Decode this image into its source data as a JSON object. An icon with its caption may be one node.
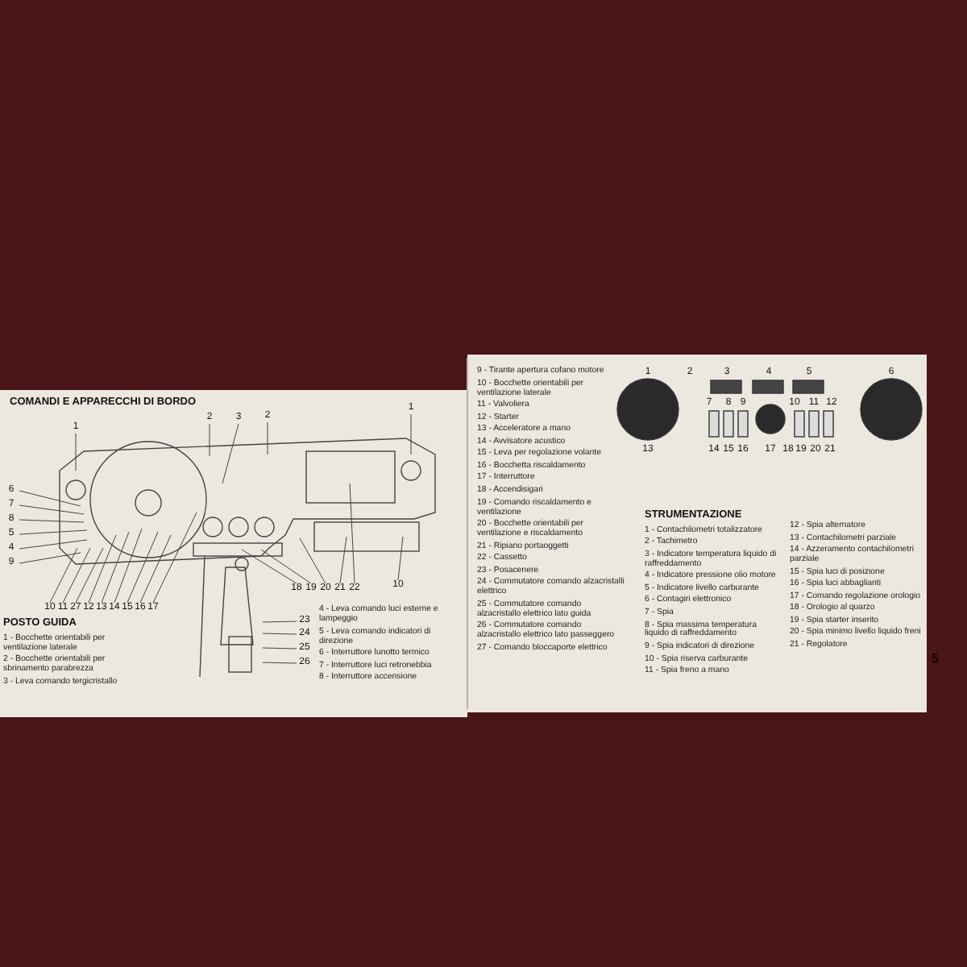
{
  "diagram": {
    "title": "COMANDI E APPARECCHI DI BORDO",
    "nodes": [
      {
        "text": [
          "1"
        ]
      },
      {
        "text": [
          "2"
        ]
      },
      {
        "text": [
          "3"
        ]
      },
      {
        "text": [
          "2"
        ]
      },
      {
        "text": [
          "1"
        ]
      },
      {
        "text": [
          "6"
        ]
      },
      {
        "text": [
          "7"
        ]
      },
      {
        "text": [
          "8"
        ]
      },
      {
        "text": [
          "5"
        ]
      },
      {
        "text": [
          "4"
        ]
      },
      {
        "text": [
          "9"
        ]
      },
      {
        "text": [
          "10"
        ]
      },
      {
        "text": [
          "11"
        ]
      },
      {
        "text": [
          "27"
        ]
      },
      {
        "text": [
          "12"
        ]
      },
      {
        "text": [
          "13"
        ]
      },
      {
        "text": [
          "14"
        ]
      },
      {
        "text": [
          "15"
        ]
      },
      {
        "text": [
          "16"
        ]
      },
      {
        "text": [
          "17"
        ]
      },
      {
        "text": [
          "18"
        ]
      },
      {
        "text": [
          "19"
        ]
      },
      {
        "text": [
          "20"
        ]
      },
      {
        "text": [
          "21"
        ]
      },
      {
        "text": [
          "22"
        ]
      },
      {
        "text": [
          "10"
        ]
      },
      {
        "text": [
          "23"
        ]
      },
      {
        "text": [
          "24"
        ]
      },
      {
        "text": [
          "25"
        ]
      },
      {
        "text": [
          "26"
        ]
      }
    ],
    "edges": [
      {
        "from": 0,
        "to": null,
        "arrow": "none"
      },
      {
        "from": 1,
        "to": null,
        "arrow": "none"
      },
      {
        "from": 2,
        "to": null,
        "arrow": "none"
      },
      {
        "from": 3,
        "to": null,
        "arrow": "none"
      },
      {
        "from": 4,
        "to": null,
        "arrow": "none"
      },
      {
        "from": 5,
        "to": null,
        "arrow": "none"
      },
      {
        "from": 6,
        "to": null,
        "arrow": "none"
      },
      {
        "from": 7,
        "to": null,
        "arrow": "none"
      },
      {
        "from": 8,
        "to": null,
        "arrow": "none"
      },
      {
        "from": 9,
        "to": null,
        "arrow": "none"
      },
      {
        "from": 10,
        "to": null,
        "arrow": "none"
      },
      {
        "from": 11,
        "to": null,
        "arrow": "none"
      },
      {
        "from": 12,
        "to": null,
        "arrow": "none"
      },
      {
        "from": 13,
        "to": null,
        "arrow": "none"
      },
      {
        "from": 14,
        "to": null,
        "arrow": "none"
      },
      {
        "from": 15,
        "to": null,
        "arrow": "none"
      },
      {
        "from": 16,
        "to": null,
        "arrow": "none"
      },
      {
        "from": 17,
        "to": null,
        "arrow": "none"
      },
      {
        "from": 18,
        "to": null,
        "arrow": "none"
      },
      {
        "from": 19,
        "to": null,
        "arrow": "none"
      },
      {
        "from": 20,
        "to": null,
        "arrow": "none"
      },
      {
        "from": 21,
        "to": null,
        "arrow": "none"
      },
      {
        "from": 22,
        "to": null,
        "arrow": "none"
      },
      {
        "from": 23,
        "to": null,
        "arrow": "none"
      },
      {
        "from": 24,
        "to": null,
        "arrow": "none"
      },
      {
        "from": 25,
        "to": null,
        "arrow": "none"
      },
      {
        "from": 26,
        "to": null,
        "arrow": "none"
      },
      {
        "from": 27,
        "to": null,
        "arrow": "none"
      },
      {
        "from": 28,
        "to": null,
        "arrow": "none"
      },
      {
        "from": 29,
        "to": null,
        "arrow": "none"
      }
    ],
    "labels": [
      "POSTO GUIDA",
      "1 - Bocchette orientabili per ventilazione laterale",
      "2 - Bocchette orientabili per sbrinamento parabrezza",
      "3 - Leva comando tergicristallo",
      "4 - Leva comando luci esterne e lampeggio",
      "5 - Leva comando indicatori di direzione",
      "6 - Interruttore lunotto termico",
      "7 - Interruttore luci retronebbia",
      "8 - Interruttore accensione",
      "9 - Tirante apertura cofano motore",
      "10 - Bocchette orientabili per ventilazione laterale",
      "11 - Valvoliera",
      "12 - Starter",
      "13 - Acceleratore a mano",
      "14 - Avvisatore acustico",
      "15 - Leva per regolazione volante",
      "16 - Bocchetta riscaldamento",
      "17 - Interruttore",
      "18 - Accendisigari",
      "19 - Comando riscaldamento e ventilazione",
      "20 - Bocchette orientabili per ventilazione e riscaldamento",
      "21 - Ripiano portaoggetti",
      "22 - Cassetto",
      "23 - Posacenere",
      "24 - Commutatore comando alzacristalli elettrico",
      "25 - Commutatore comando alzacristallo elettrico lato guida",
      "26 - Commutatore comando alzacristallo elettrico lato passeggero",
      "27 - Comando bloccaporte elettrico",
      "1",
      "2",
      "3",
      "4",
      "5",
      "6",
      "7",
      "8",
      "9",
      "10",
      "11",
      "12",
      "13",
      "14",
      "15",
      "16",
      "17",
      "18",
      "19",
      "20",
      "21",
      "STRUMENTAZIONE",
      "1 - Contachilometri totalizzatore",
      "2 - Tachimetro",
      "3 - Indicatore temperatura liquido di raffreddamento",
      "4 - Indicatore pressione olio motore",
      "5 - Indicatore livello carburante",
      "6 - Contagiri elettronico",
      "7 - Spia",
      "8 - Spia massima temperatura liquido di raffreddamento",
      "9 - Spia indicatori di direzione",
      "10 - Spia riserva carburante",
      "11 - Spia freno a mano",
      "12 - Spia alternatore",
      "13 - Contachilometri parziale",
      "14 - Azzeramento contachilometri parziale",
      "15 - Spia luci di posizione",
      "16 - Spia luci abbaglianti",
      "17 - Comando regolazione orologio",
      "18 - Orologio al quarzo",
      "19 - Spia starter inserito",
      "20 - Spia minimo livello liquido freni",
      "21 - Regolatore",
      "5"
    ]
  }
}
